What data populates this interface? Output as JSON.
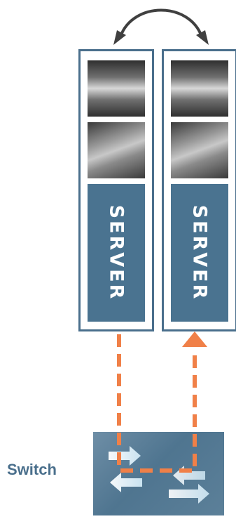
{
  "servers": [
    {
      "label": "SERVER"
    },
    {
      "label": "SERVER"
    }
  ],
  "switch": {
    "label": "Switch"
  },
  "colors": {
    "server_frame": "#4a6f8c",
    "server_body": "#4a7390",
    "link": "#f08048",
    "sync_arrow": "#404040",
    "switch_box": "#5a7d96"
  },
  "icons": [
    "curved-double-arrow-icon",
    "dashed-link-arrow-icon",
    "switch-arrows-icon"
  ]
}
